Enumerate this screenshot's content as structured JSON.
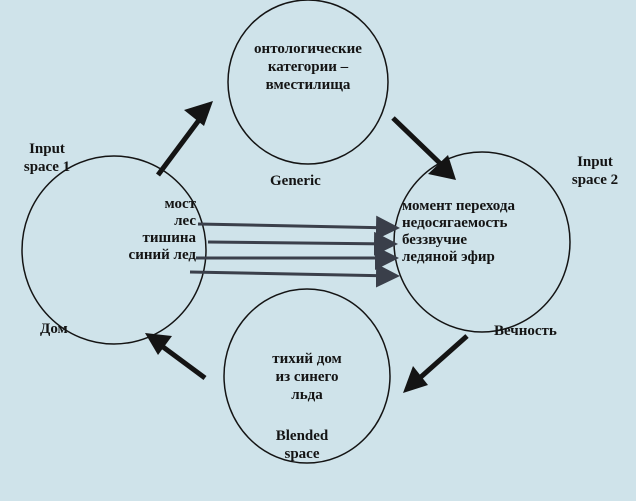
{
  "generic": {
    "label": "Generic",
    "content": [
      "онтологические",
      "категории –",
      "вместилища"
    ]
  },
  "input1": {
    "label": [
      "Input",
      "space 1"
    ],
    "name": "Дом",
    "items": [
      "мост",
      "лес",
      "тишина",
      "синий лед"
    ]
  },
  "input2": {
    "label": [
      "Input",
      "space 2"
    ],
    "name": "Вечность",
    "items": [
      "момент перехода",
      "недосягаемость",
      "беззвучие",
      "ледяной эфир"
    ]
  },
  "blended": {
    "label": [
      "Blended",
      "space"
    ],
    "content": [
      "тихий дом",
      "из синего",
      "льда"
    ]
  },
  "colors": {
    "background": "#cfe3ea",
    "ink": "#141414",
    "mapping_line": "#3a3f4a"
  }
}
